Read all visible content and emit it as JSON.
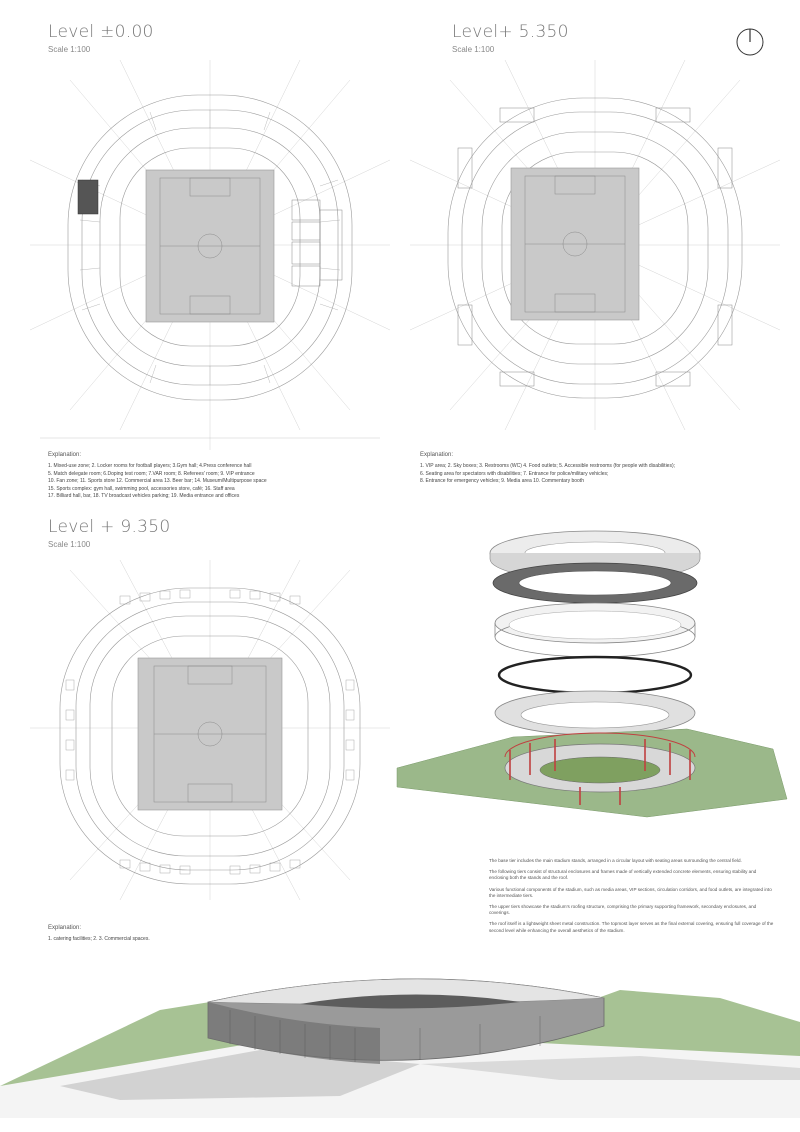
{
  "plans": [
    {
      "title": "Level ±0.00",
      "scale": "Scale 1:100",
      "explanation_heading": "Explanation:",
      "explanation_lines": [
        "1. Mixed-use zone; 2. Locker rooms for football players; 3.Gym hall; 4.Press conference hall",
        "5. Match delegate room; 6.Doping test room; 7.VAR room; 8. Referees' room;  9. VIP entrance",
        "10. Fan zone; 11. Sports store 12. Commercial area 13. Beer bar; 14. Museum/Multipurpose space",
        "15. Sports complex: gym hall, swimming pool, accessories store, café;  16. Staff area",
        "17. Billiard hall, bar, 18. TV broadcast vehicles parking; 19.  Media entrance and offices"
      ]
    },
    {
      "title": "Level+ 5.350",
      "scale": "Scale 1:100",
      "explanation_heading": "Explanation:",
      "explanation_lines": [
        "1. VIP area; 2. Sky boxes; 3. Restrooms (WC) 4. Food outlets; 5. Accessible restrooms (for people with disabilities);",
        "6. Seating area for spectators with disabilities; 7. Entrance for police/military vehicles;",
        "8. Entrance for emergency vehicles;  9. Media area 10. Commentary booth"
      ]
    },
    {
      "title": "Level + 9.350",
      "scale": "Scale 1:100",
      "explanation_heading": "Explanation:",
      "explanation_lines": [
        "1. catering facilities; 2. 3. Commercial spaces."
      ]
    }
  ],
  "description": [
    "The base tier includes the main stadium stands, arranged in a circular layout with seating areas surrounding the central field.",
    "The following tiers consist of structural enclosures and frames made of vertically extended concrete elements, ensuring stability and enclosing both the stands and the roof.",
    "Various functional components of the stadium, such as media areas, VIP sections, circulation corridors, and food outlets, are integrated into the intermediate tiers.",
    "The upper tiers showcase the stadium's roofing structure, comprising the primary supporting framework, secondary enclosures, and coverings.",
    "The roof itself is a lightweight sheet metal construction. The topmost layer serves as the final external covering, ensuring full coverage of the second level while enhancing the overall aesthetics of the stadium."
  ],
  "colors": {
    "pitch": "#c9c9c9",
    "lines": "#8a8a8a",
    "grass": "#9bb88a",
    "frame": "#c04040"
  }
}
